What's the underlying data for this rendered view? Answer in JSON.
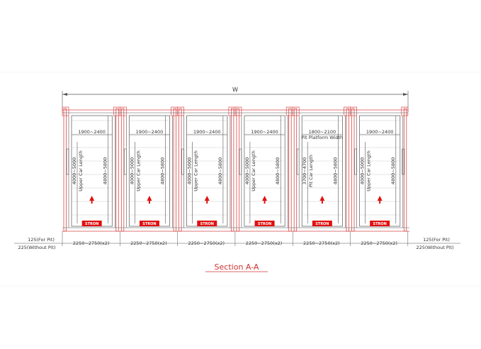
{
  "drawing": {
    "overall_label": "W",
    "caption": "Section A-A",
    "colors": {
      "structure": "#d84848",
      "line": "#555555",
      "grid": "#bdbdbd",
      "accent": "#e01010"
    },
    "edge_notes": {
      "left_top": "125(For Pit)",
      "left_bottom": "225(Without Pit)",
      "right_top": "125(For Pit)",
      "right_bottom": "225(Without Pit)"
    },
    "bays": [
      {
        "width_dim": "1900~2400",
        "lower_length": "4000~5000",
        "lower_note": "Upper Car Length",
        "overall_length": "4800~5800",
        "bottom_dim": "2250~2750(x2)",
        "logo": "STRON",
        "note": ""
      },
      {
        "width_dim": "1900~2400",
        "lower_length": "4000~5000",
        "lower_note": "Upper Car Length",
        "overall_length": "4800~5800",
        "bottom_dim": "2250~2750(x2)",
        "logo": "STRON",
        "note": ""
      },
      {
        "width_dim": "1900~2400",
        "lower_length": "4000~5000",
        "lower_note": "Upper Car Length",
        "overall_length": "4800~5800",
        "bottom_dim": "2250~2750(x2)",
        "logo": "STRON",
        "note": ""
      },
      {
        "width_dim": "1900~2400",
        "lower_length": "4000~5000",
        "lower_note": "Upper Car Length",
        "overall_length": "4800~5800",
        "bottom_dim": "2250~2750(x2)",
        "logo": "STRON",
        "note": ""
      },
      {
        "width_dim": "1800~2100",
        "lower_length": "3700~4700",
        "lower_note": "Pit Car Length",
        "overall_length": "4800~5800",
        "bottom_dim": "2250~2750(x2)",
        "logo": "STRON",
        "note": "Pit Platform Width"
      },
      {
        "width_dim": "1900~2400",
        "lower_length": "4000~5000",
        "lower_note": "Upper Car Length",
        "overall_length": "4800~5800",
        "bottom_dim": "2250~2750(x2)",
        "logo": "STRON",
        "note": ""
      }
    ]
  }
}
